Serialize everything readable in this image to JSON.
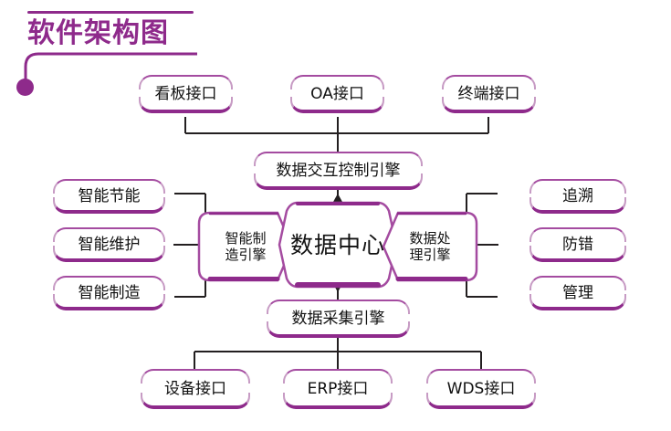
{
  "title": {
    "text": "软件架构图",
    "accent_color": "#8E2A8B"
  },
  "colors": {
    "accent": "#8E2A8B",
    "accent_light": "#A44BA0",
    "accent_pale": "#C79BC4",
    "connector": "#231F20",
    "text": "#111111",
    "background": "#FFFFFF"
  },
  "diagram": {
    "top_row": [
      {
        "label": "看板接口"
      },
      {
        "label": "OA接口"
      },
      {
        "label": "终端接口"
      }
    ],
    "control_engine": {
      "label": "数据交互控制引擎"
    },
    "left_column": [
      {
        "label": "智能节能"
      },
      {
        "label": "智能维护"
      },
      {
        "label": "智能制造"
      }
    ],
    "right_column": [
      {
        "label": "追溯"
      },
      {
        "label": "防错"
      },
      {
        "label": "管理"
      }
    ],
    "center": {
      "left_engine": {
        "line1": "智能制",
        "line2": "造引擎"
      },
      "core": {
        "label": "数据中心"
      },
      "right_engine": {
        "line1": "数据处",
        "line2": "理引擎"
      }
    },
    "collection_engine": {
      "label": "数据采集引擎"
    },
    "bottom_row": [
      {
        "label": "设备接口"
      },
      {
        "label": "ERP接口"
      },
      {
        "label": "WDS接口"
      }
    ]
  }
}
